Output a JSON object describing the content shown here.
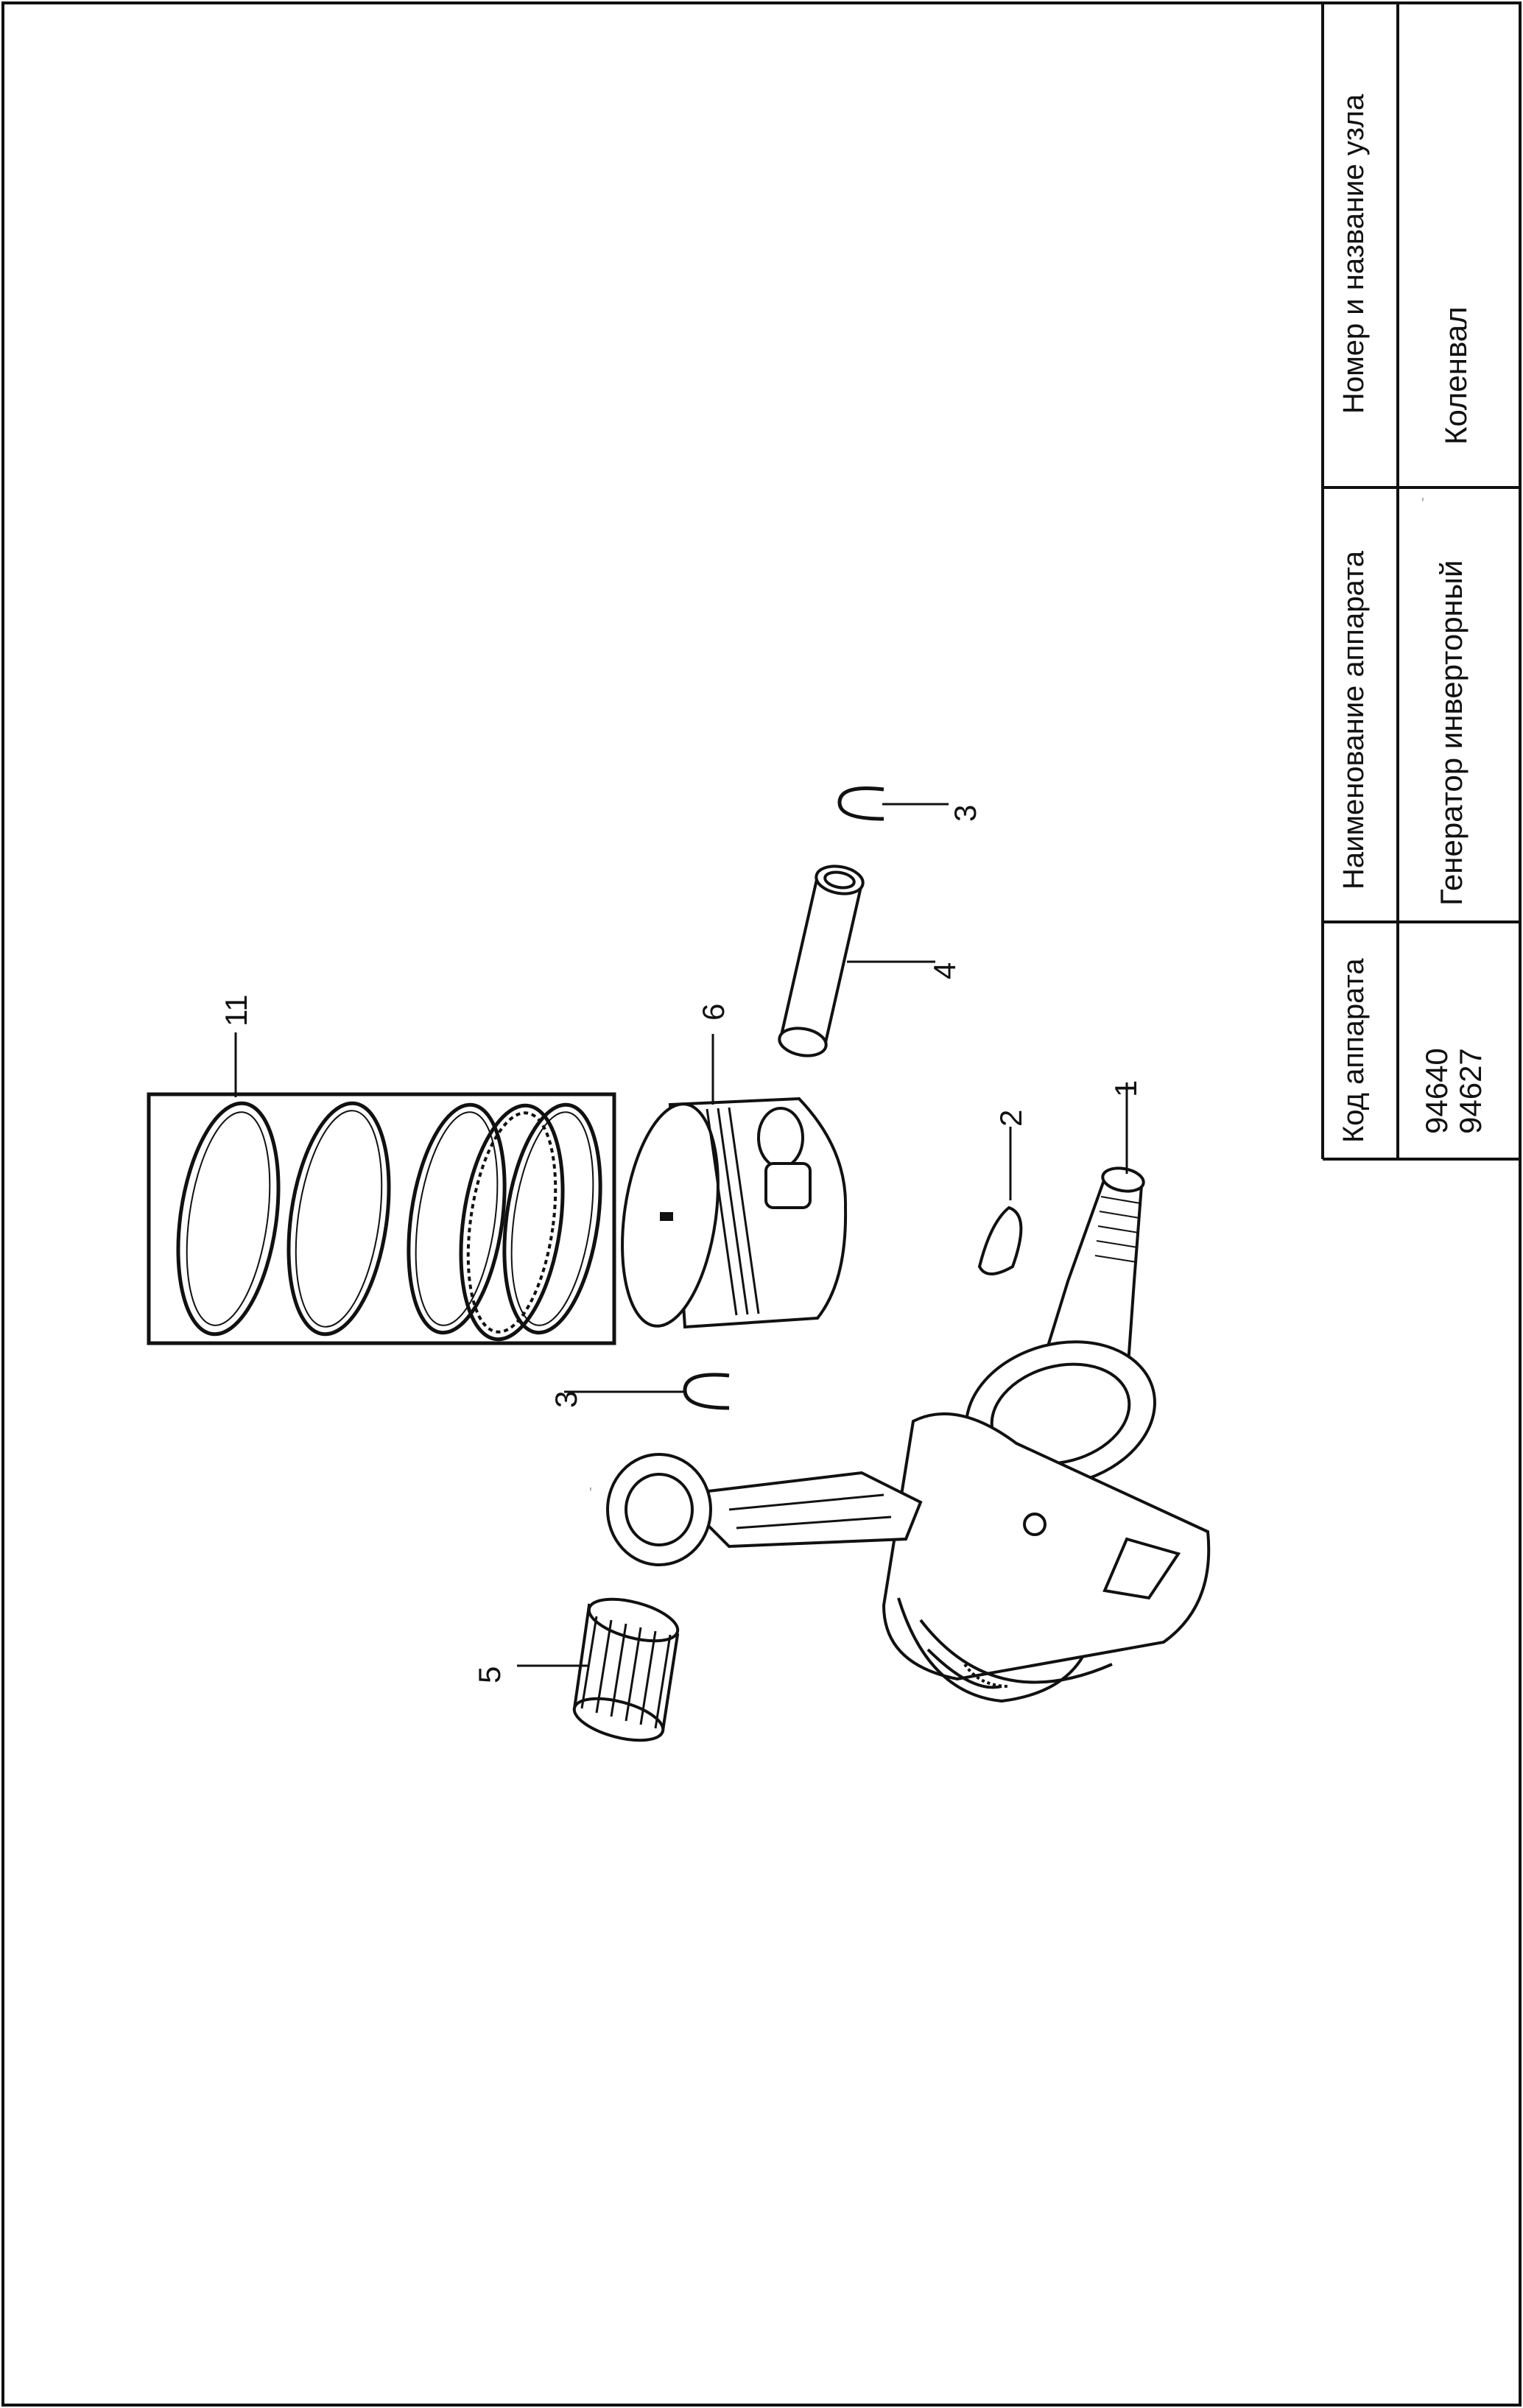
{
  "title_block": {
    "col_code": {
      "header": "Код аппарата",
      "values": [
        "94640",
        "94627"
      ]
    },
    "col_name": {
      "header": "Наименование аппарата",
      "value": "Генератор инверторный"
    },
    "col_node": {
      "header": "Номер и название узла",
      "value": "Коленвал"
    }
  },
  "callouts": {
    "c1": "1",
    "c2": "2",
    "c3a": "3",
    "c3b": "3",
    "c4": "4",
    "c5": "5",
    "c6": "6",
    "c11": "11"
  }
}
